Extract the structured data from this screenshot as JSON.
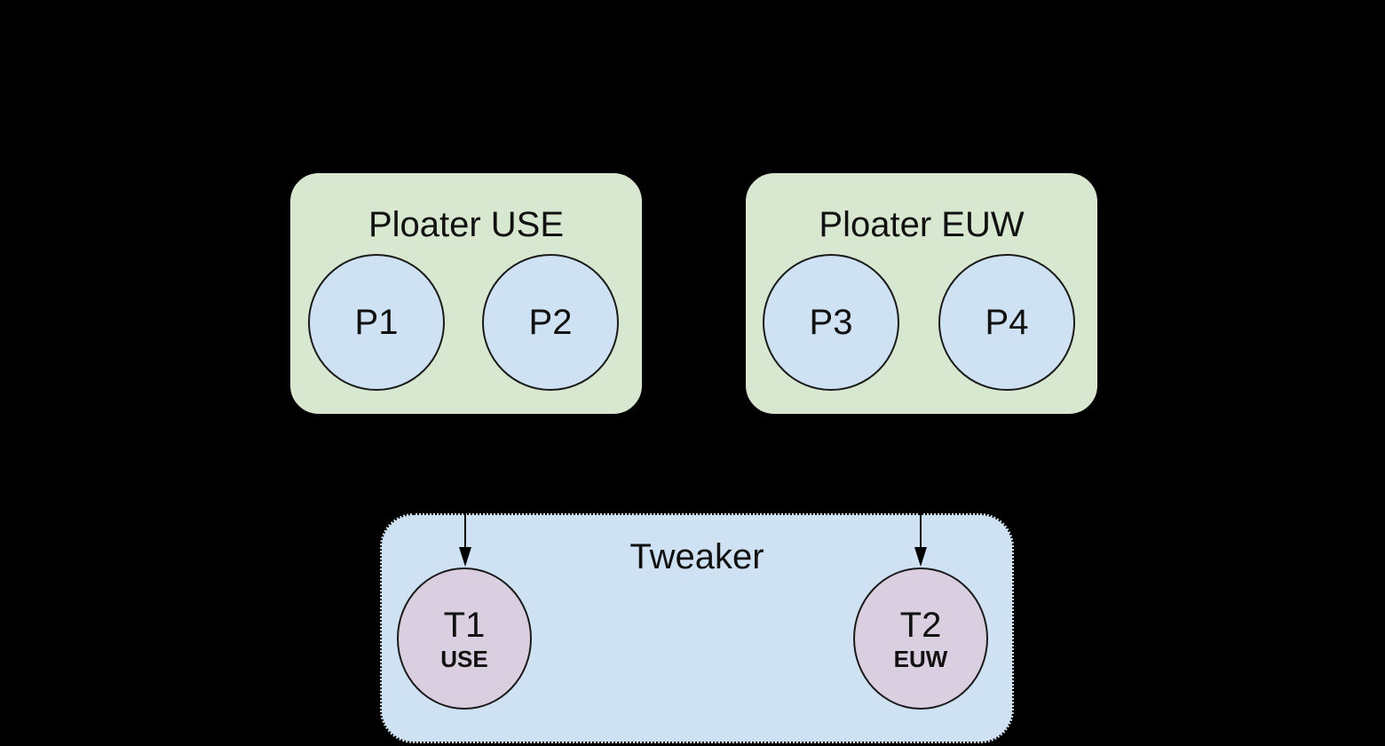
{
  "diagram": {
    "background_color": "#000000",
    "stroke_color": "#000000",
    "groups": [
      {
        "label": "Ploater USE",
        "fill": "#d8e7d0",
        "nodes": [
          {
            "label": "P1",
            "fill": "#cfe2f3"
          },
          {
            "label": "P2",
            "fill": "#cfe2f3"
          }
        ]
      },
      {
        "label": "Ploater EUW",
        "fill": "#d8e7d0",
        "nodes": [
          {
            "label": "P3",
            "fill": "#cfe2f3"
          },
          {
            "label": "P4",
            "fill": "#cfe2f3"
          }
        ]
      }
    ],
    "container": {
      "label": "Tweaker",
      "fill": "#cfe2f3",
      "border_style": "dotted",
      "nodes": [
        {
          "label": "T1",
          "sublabel": "USE",
          "fill": "#dacfe0"
        },
        {
          "label": "T2",
          "sublabel": "EUW",
          "fill": "#dacfe0"
        }
      ]
    },
    "connections": [
      {
        "from": "Ploater USE",
        "to": "T1"
      },
      {
        "from": "Ploater EUW",
        "to": "T2"
      }
    ]
  }
}
